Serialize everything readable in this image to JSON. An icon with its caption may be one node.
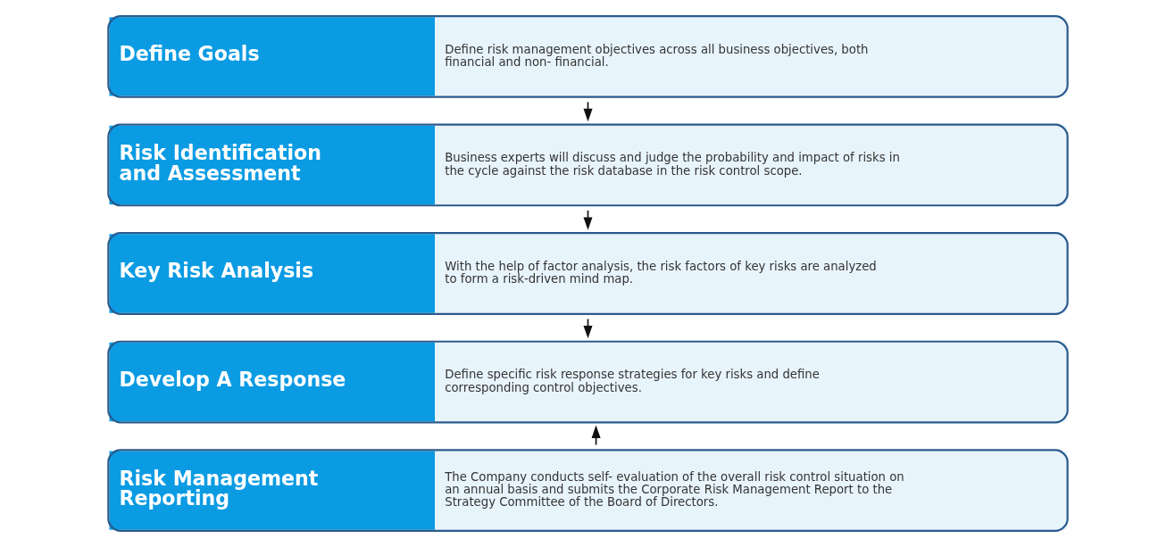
{
  "diagram": {
    "nodes": [
      {
        "text": [
          "Define Goals",
          "Define risk management objectives across all business objectives, both financial and non- financial."
        ]
      },
      {
        "text": [
          "Risk Identification and Assessment",
          "Business experts will discuss and judge the probability and impact of risks in the cycle against the risk database in the risk control scope."
        ]
      },
      {
        "text": [
          "Key Risk Analysis",
          "With the help of factor analysis, the risk factors of key risks are analyzed to form a risk-driven mind map."
        ]
      },
      {
        "text": [
          "Develop A Response",
          "Define specific risk response strategies for key risks and define corresponding control objectives."
        ]
      },
      {
        "text": [
          "Risk Management Reporting",
          "The Company conducts self- evaluation of the overall risk control situation on an annual basis and submits the Corporate Risk Management Report to the Strategy Committee of the Board of Directors."
        ]
      }
    ],
    "edges": [
      {
        "from": 0,
        "to": 1,
        "arrow": "to"
      },
      {
        "from": 1,
        "to": 2,
        "arrow": "to"
      },
      {
        "from": 2,
        "to": 3,
        "arrow": "to"
      },
      {
        "from": 4,
        "to": 3,
        "arrow": "to"
      }
    ]
  }
}
